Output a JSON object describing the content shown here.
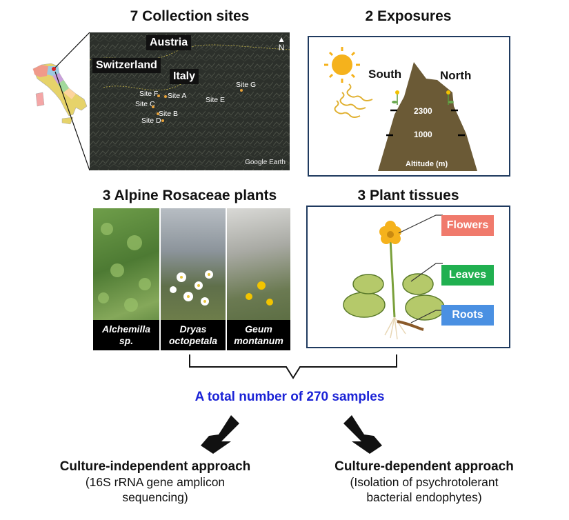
{
  "panels": {
    "sites": {
      "title": "7 Collection sites",
      "countries": [
        "Austria",
        "Switzerland",
        "Italy"
      ],
      "sites": [
        "Site A",
        "Site B",
        "Site C",
        "Site D",
        "Site E",
        "Site F",
        "Site G"
      ],
      "compass": "N",
      "credit": "Google Earth"
    },
    "exposures": {
      "title": "2 Exposures",
      "south": "South",
      "north": "North",
      "alt_high": "2300",
      "alt_low": "1000",
      "axis": "Altitude (m)"
    },
    "plants": {
      "title": "3 Alpine Rosaceae plants",
      "species": [
        {
          "line1": "Alchemilla",
          "line2": "sp."
        },
        {
          "line1": "Dryas",
          "line2": "octopetala"
        },
        {
          "line1": "Geum",
          "line2": "montanum"
        }
      ]
    },
    "tissues": {
      "title": "3 Plant tissues",
      "flowers": "Flowers",
      "leaves": "Leaves",
      "roots": "Roots"
    }
  },
  "total": "A total number of 270 samples",
  "approaches": {
    "independent": {
      "title": "Culture-independent approach",
      "line1": "(16S rRNA gene amplicon",
      "line2": "sequencing)"
    },
    "dependent": {
      "title": "Culture-dependent approach",
      "line1": "(Isolation of psychrotolerant",
      "line2": "bacterial endophytes)"
    }
  },
  "colors": {
    "frame": "#1f3a5f",
    "flowers_tag": "#f07a6c",
    "leaves_tag": "#20b050",
    "roots_tag": "#4a90e2",
    "total_text": "#1a22d6",
    "mountain": "#6b5a36"
  }
}
